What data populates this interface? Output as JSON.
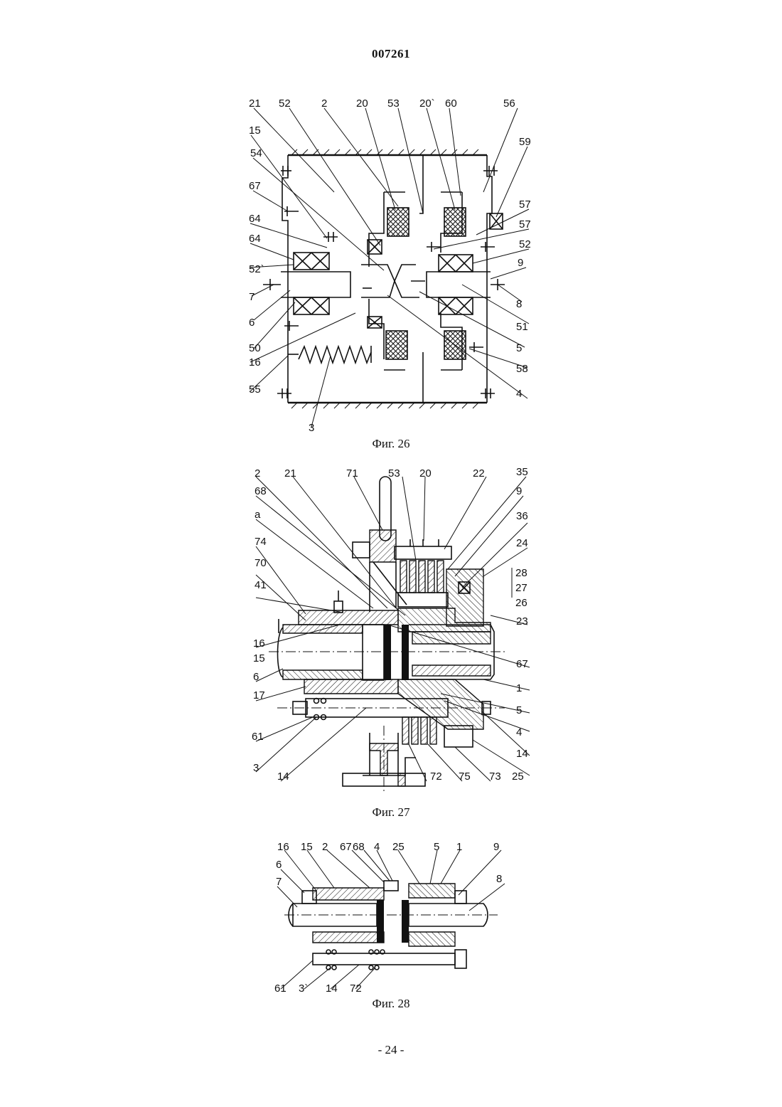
{
  "document": {
    "number": "007261",
    "page_label": "- 24 -"
  },
  "figures": [
    {
      "id": "fig26",
      "caption": "Фиг. 26",
      "labels": [
        "21",
        "52",
        "2",
        "20",
        "53",
        "20`",
        "60",
        "56",
        "15",
        "59",
        "54",
        "67",
        "57",
        "64",
        "57",
        "64",
        "52",
        "52`",
        "9",
        "7",
        "8",
        "6",
        "51",
        "50",
        "5",
        "16",
        "58",
        "55",
        "4",
        "3"
      ]
    },
    {
      "id": "fig27",
      "caption": "Фиг. 27",
      "labels": [
        "2",
        "21",
        "71",
        "53",
        "20",
        "22",
        "35",
        "68",
        "9",
        "a",
        "36",
        "74",
        "24",
        "70",
        "28",
        "41",
        "27",
        "26",
        "23",
        "16",
        "15",
        "67",
        "6",
        "1",
        "17",
        "5",
        "4",
        "61",
        "14",
        "3",
        "14",
        "72",
        "75",
        "73",
        "25"
      ]
    },
    {
      "id": "fig28",
      "caption": "Фиг. 28",
      "labels": [
        "16",
        "15",
        "2",
        "67",
        "68",
        "4",
        "25",
        "5",
        "1",
        "9",
        "6",
        "8",
        "7",
        "61",
        "3`",
        "14",
        "72"
      ]
    }
  ]
}
